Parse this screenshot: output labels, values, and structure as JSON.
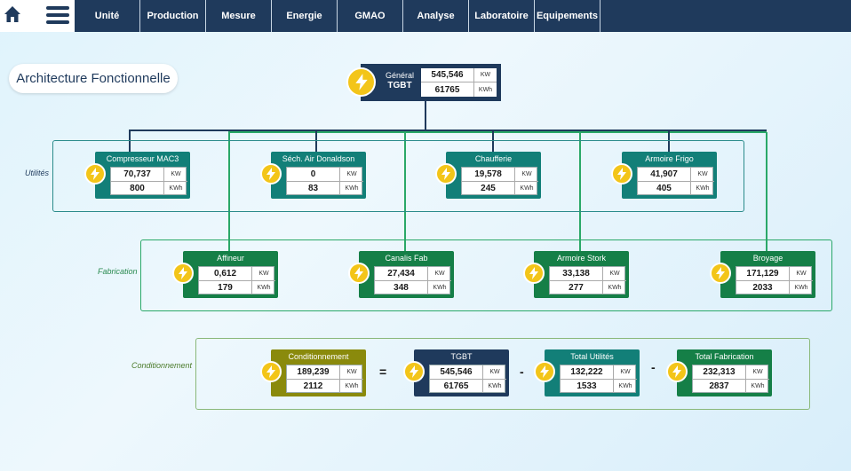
{
  "nav": {
    "menu": [
      "Unité",
      "Production",
      "Mesure",
      "Energie",
      "GMAO",
      "Analyse",
      "Laboratoire",
      "Equipements"
    ]
  },
  "page": {
    "title": "Architecture Fonctionnelle"
  },
  "main": {
    "label1": "Général",
    "label2": "TGBT",
    "kw": "545,546",
    "kwh": "61765",
    "unit_kw": "KW",
    "unit_kwh": "KWh"
  },
  "groups": {
    "utilites": "Utilités",
    "fabrication": "Fabrication",
    "conditionnement": "Conditionnement"
  },
  "utilites": [
    {
      "name": "Compresseur MAC3",
      "kw": "70,737",
      "kwh": "800",
      "unit_kw": "KW",
      "unit_kwh": "KWh"
    },
    {
      "name": "Séch. Air Donaldson",
      "kw": "0",
      "kwh": "83",
      "unit_kw": "KW",
      "unit_kwh": "KWh"
    },
    {
      "name": "Chaufferie",
      "kw": "19,578",
      "kwh": "245",
      "unit_kw": "KW",
      "unit_kwh": "KWh"
    },
    {
      "name": "Armoire Frigo",
      "kw": "41,907",
      "kwh": "405",
      "unit_kw": "KW",
      "unit_kwh": "KWh"
    }
  ],
  "fabrication": [
    {
      "name": "Affineur",
      "kw": "0,612",
      "kwh": "179",
      "unit_kw": "KW",
      "unit_kwh": "KWh"
    },
    {
      "name": "Canalis Fab",
      "kw": "27,434",
      "kwh": "348",
      "unit_kw": "KW",
      "unit_kwh": "KWh"
    },
    {
      "name": "Armoire Stork",
      "kw": "33,138",
      "kwh": "277",
      "unit_kw": "KW",
      "unit_kwh": "KWh"
    },
    {
      "name": "Broyage",
      "kw": "171,129",
      "kwh": "2033",
      "unit_kw": "KW",
      "unit_kwh": "KWh"
    }
  ],
  "conditionnement": [
    {
      "name": "Conditionnement",
      "kw": "189,239",
      "kwh": "2112",
      "unit_kw": "KW",
      "unit_kwh": "KWh"
    },
    {
      "name": "TGBT",
      "kw": "545,546",
      "kwh": "61765",
      "unit_kw": "KW",
      "unit_kwh": "KWh"
    },
    {
      "name": "Total Utilités",
      "kw": "132,222",
      "kwh": "1533",
      "unit_kw": "KW",
      "unit_kwh": "KWh"
    },
    {
      "name": "Total Fabrication",
      "kw": "232,313",
      "kwh": "2837",
      "unit_kw": "KW",
      "unit_kwh": "KWh"
    }
  ],
  "operators": {
    "equals": "=",
    "minus1": "-",
    "minus2": "-"
  },
  "colors": {
    "navy": "#1f3a5c",
    "teal": "#127f78",
    "green": "#157f47",
    "olive": "#8a8a0c",
    "bolt": "#f3c519"
  }
}
